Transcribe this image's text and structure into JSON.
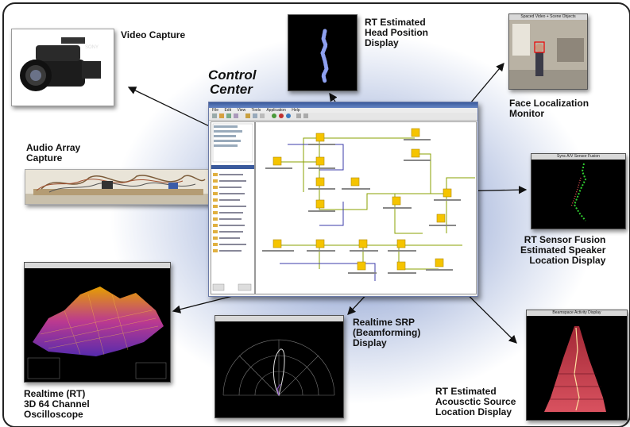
{
  "center_title": [
    "Control",
    "Center"
  ],
  "labels": {
    "video_capture": [
      "Video Capture"
    ],
    "head_position": [
      "RT Estimated",
      "Head Position",
      "Display"
    ],
    "face_localization": [
      "Face Localization",
      "Monitor"
    ],
    "audio_array": [
      "Audio Array",
      "Capture"
    ],
    "sensor_fusion": [
      "RT Sensor Fusion",
      "Estimated Speaker",
      "Location Display"
    ],
    "srp": [
      "Realtime SRP",
      "(Beamforming)",
      "Display"
    ],
    "oscilloscope": [
      "Realtime (RT)",
      "3D 64 Channel",
      "Oscilloscope"
    ],
    "acoustic_source": [
      "RT Estimated",
      "Acousctic Source",
      "Location Display"
    ]
  },
  "window_titles": {
    "face": "Spaced Video + Scene Objects",
    "fusion": "Sync A/V Sensor Fusion",
    "beamspace": "Beamspace Activity Display"
  },
  "control_center": {
    "menu": [
      "File",
      "Edit",
      "View",
      "Tools",
      "Application",
      "Help"
    ]
  },
  "colors": {
    "node": "#f5c400",
    "wire_green": "#8aa000",
    "wire_blue": "#3b3ba8",
    "arrow": "#111111"
  }
}
